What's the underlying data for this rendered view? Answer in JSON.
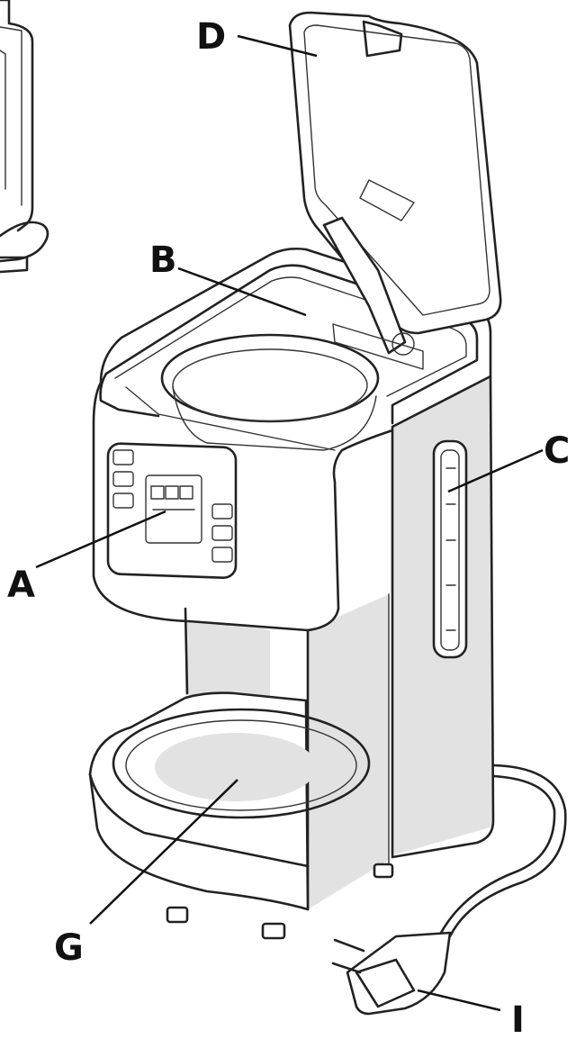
{
  "labels": {
    "A": "A",
    "B": "B",
    "C": "C",
    "D": "D",
    "G": "G",
    "I": "I"
  }
}
